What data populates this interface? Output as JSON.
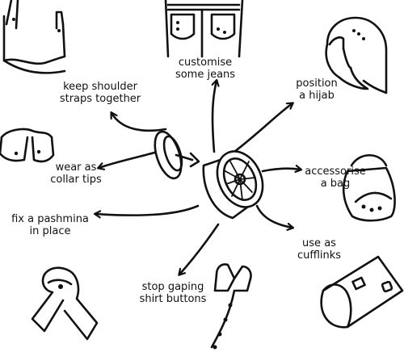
{
  "labels": {
    "jeans": "customise\nsome jeans",
    "shoulder": "keep shoulder\nstraps together",
    "hijab": "position\na hijab",
    "collar": "wear as\ncollar tips",
    "bag": "accessorise\na bag",
    "pashmina": "fix a pashmina\nin place",
    "cufflinks": "use as\ncufflinks",
    "shirt": "stop gaping\nshirt buttons"
  },
  "icons": {
    "jeans": "jeans-icon",
    "shoulder": "dress-straps-icon",
    "hijab": "hijab-icon",
    "collar": "collar-icon",
    "bag": "handbag-icon",
    "pashmina": "pashmina-scarf-icon",
    "cufflinks": "cuff-icon",
    "shirt": "shirt-icon",
    "center": "magnetic-button-icon"
  }
}
